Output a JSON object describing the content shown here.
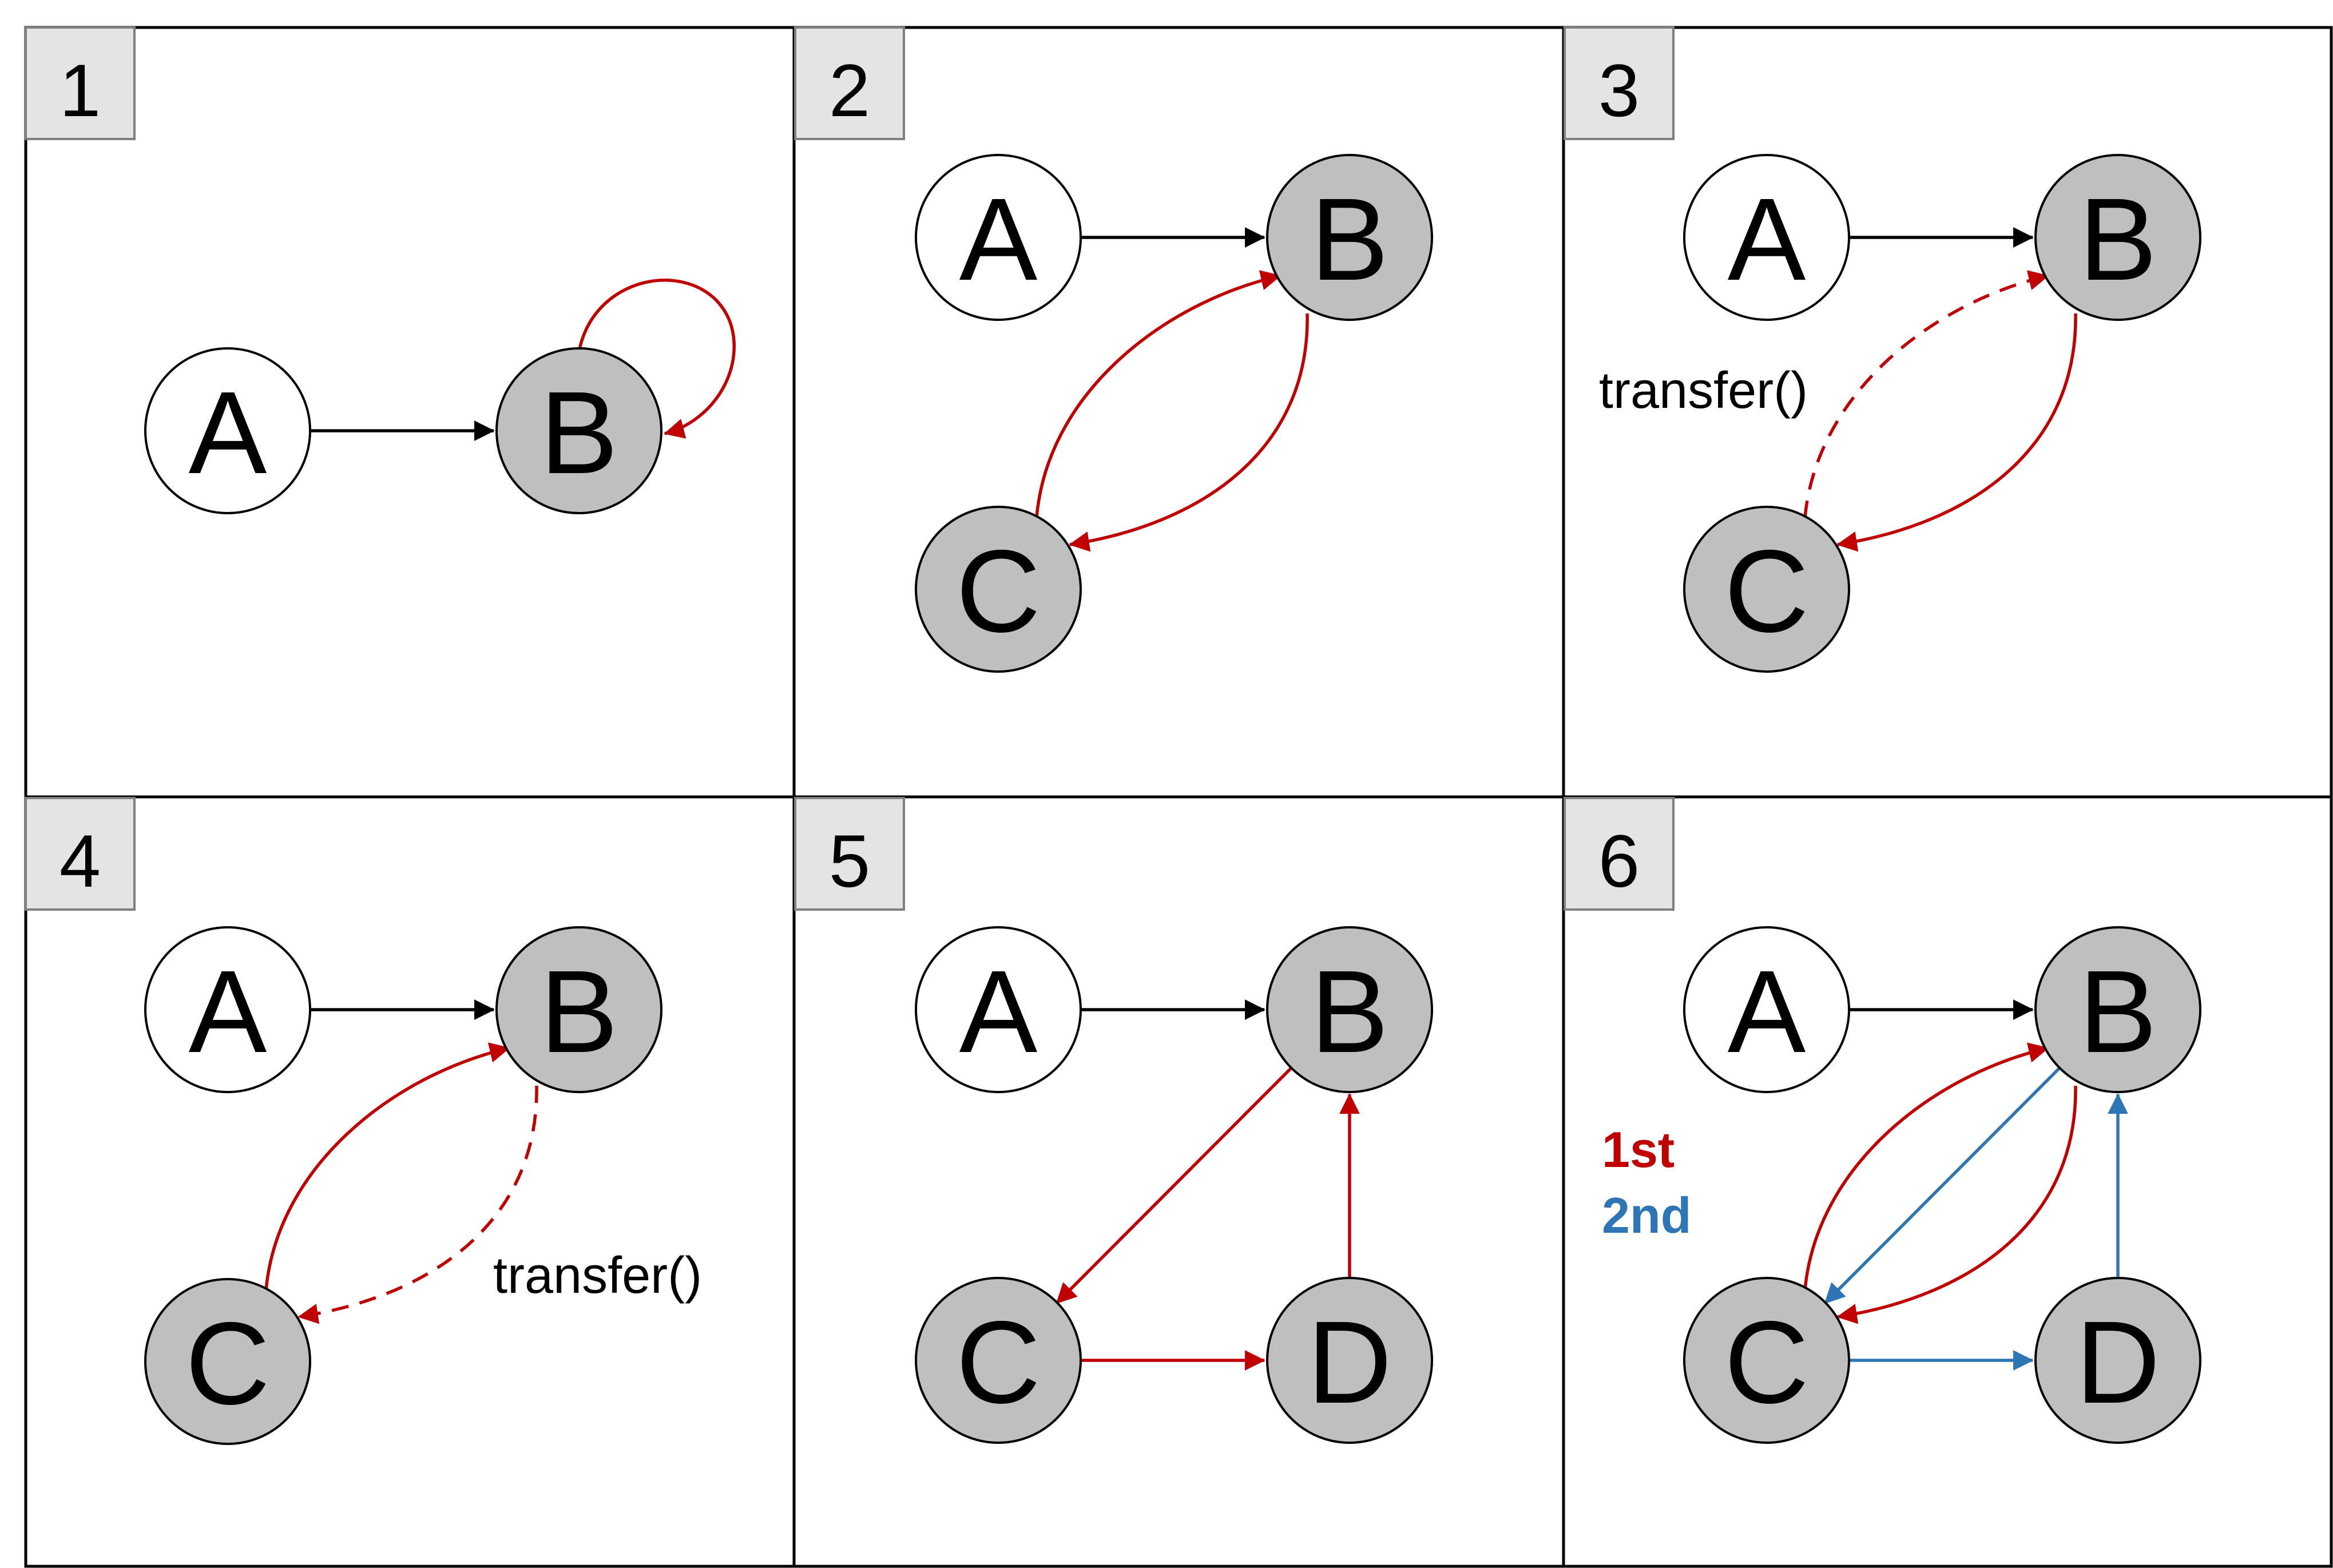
{
  "colors": {
    "black": "#000000",
    "red": "#c00000",
    "blue": "#2e75b6",
    "node_white": "#ffffff",
    "node_gray": "#bfbfbf",
    "badge_fill": "#e4e4e4"
  },
  "panels": [
    {
      "number": "1",
      "nodes": [
        {
          "id": "A",
          "label": "A",
          "fill": "white"
        },
        {
          "id": "B",
          "label": "B",
          "fill": "gray"
        }
      ],
      "edges": [
        {
          "from": "A",
          "to": "B",
          "color": "black",
          "style": "solid"
        },
        {
          "from": "B",
          "to": "B",
          "color": "red",
          "style": "solid",
          "self_loop": true
        }
      ],
      "notes": []
    },
    {
      "number": "2",
      "nodes": [
        {
          "id": "A",
          "label": "A",
          "fill": "white"
        },
        {
          "id": "B",
          "label": "B",
          "fill": "gray"
        },
        {
          "id": "C",
          "label": "C",
          "fill": "gray"
        }
      ],
      "edges": [
        {
          "from": "A",
          "to": "B",
          "color": "black",
          "style": "solid"
        },
        {
          "from": "C",
          "to": "B",
          "color": "red",
          "style": "solid"
        },
        {
          "from": "B",
          "to": "C",
          "color": "red",
          "style": "solid"
        }
      ],
      "notes": []
    },
    {
      "number": "3",
      "nodes": [
        {
          "id": "A",
          "label": "A",
          "fill": "white"
        },
        {
          "id": "B",
          "label": "B",
          "fill": "gray"
        },
        {
          "id": "C",
          "label": "C",
          "fill": "gray"
        }
      ],
      "edges": [
        {
          "from": "A",
          "to": "B",
          "color": "black",
          "style": "solid"
        },
        {
          "from": "C",
          "to": "B",
          "color": "red",
          "style": "dashed"
        },
        {
          "from": "B",
          "to": "C",
          "color": "red",
          "style": "solid"
        }
      ],
      "notes": [
        "transfer()"
      ]
    },
    {
      "number": "4",
      "nodes": [
        {
          "id": "A",
          "label": "A",
          "fill": "white"
        },
        {
          "id": "B",
          "label": "B",
          "fill": "gray"
        },
        {
          "id": "C",
          "label": "C",
          "fill": "gray"
        }
      ],
      "edges": [
        {
          "from": "A",
          "to": "B",
          "color": "black",
          "style": "solid"
        },
        {
          "from": "C",
          "to": "B",
          "color": "red",
          "style": "solid"
        },
        {
          "from": "B",
          "to": "C",
          "color": "red",
          "style": "dashed"
        }
      ],
      "notes": [
        "transfer()"
      ]
    },
    {
      "number": "5",
      "nodes": [
        {
          "id": "A",
          "label": "A",
          "fill": "white"
        },
        {
          "id": "B",
          "label": "B",
          "fill": "gray"
        },
        {
          "id": "C",
          "label": "C",
          "fill": "gray"
        },
        {
          "id": "D",
          "label": "D",
          "fill": "gray"
        }
      ],
      "edges": [
        {
          "from": "A",
          "to": "B",
          "color": "black",
          "style": "solid"
        },
        {
          "from": "B",
          "to": "C",
          "color": "red",
          "style": "solid"
        },
        {
          "from": "C",
          "to": "D",
          "color": "red",
          "style": "solid"
        },
        {
          "from": "D",
          "to": "B",
          "color": "red",
          "style": "solid"
        }
      ],
      "notes": []
    },
    {
      "number": "6",
      "nodes": [
        {
          "id": "A",
          "label": "A",
          "fill": "white"
        },
        {
          "id": "B",
          "label": "B",
          "fill": "gray"
        },
        {
          "id": "C",
          "label": "C",
          "fill": "gray"
        },
        {
          "id": "D",
          "label": "D",
          "fill": "gray"
        }
      ],
      "edges": [
        {
          "from": "A",
          "to": "B",
          "color": "black",
          "style": "solid"
        },
        {
          "from": "C",
          "to": "B",
          "color": "red",
          "style": "solid"
        },
        {
          "from": "B",
          "to": "C",
          "color": "red",
          "style": "solid"
        },
        {
          "from": "B",
          "to": "C",
          "color": "blue",
          "style": "solid"
        },
        {
          "from": "C",
          "to": "D",
          "color": "blue",
          "style": "solid"
        },
        {
          "from": "D",
          "to": "B",
          "color": "blue",
          "style": "solid"
        }
      ],
      "notes": [],
      "legend": [
        {
          "label": "1st",
          "color": "red"
        },
        {
          "label": "2nd",
          "color": "blue"
        }
      ]
    }
  ]
}
